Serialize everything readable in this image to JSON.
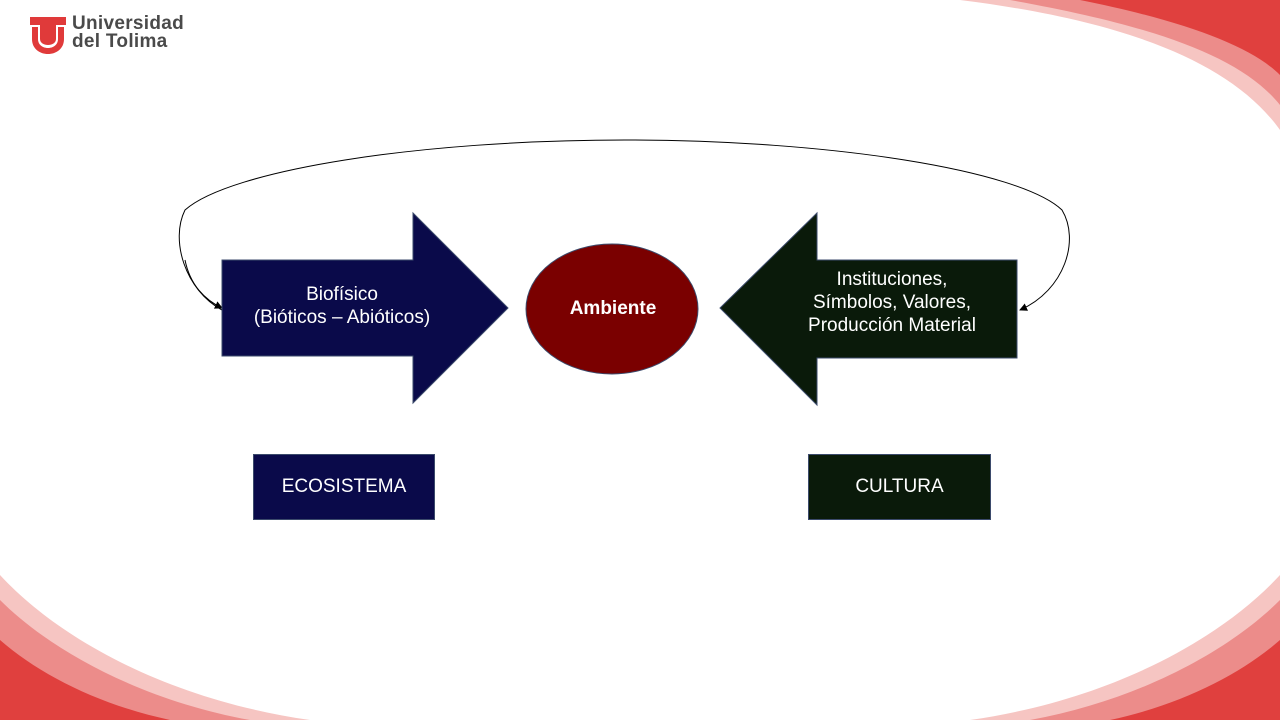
{
  "logo": {
    "text": "Universidad\ndel Tolima",
    "colors": {
      "red": "#e03a3a",
      "text": "#4a4a4a"
    }
  },
  "diagram": {
    "left_arrow": {
      "label": "Biofísico\n(Bióticos – Abióticos)",
      "color": "#0a0a4a"
    },
    "center": {
      "label": "Ambiente",
      "color": "#7a0000"
    },
    "right_arrow": {
      "label": "Instituciones,\nSímbolos, Valores,\nProducción Material",
      "color": "#0a1a0a"
    },
    "left_box": {
      "label": "ECOSISTEMA",
      "color": "#0a0a4a"
    },
    "right_box": {
      "label": "CULTURA",
      "color": "#0a1a0a"
    }
  },
  "decoration": {
    "swoosh_colors": [
      "#e0403e",
      "#ec8c8a",
      "#f6c5c2"
    ]
  }
}
